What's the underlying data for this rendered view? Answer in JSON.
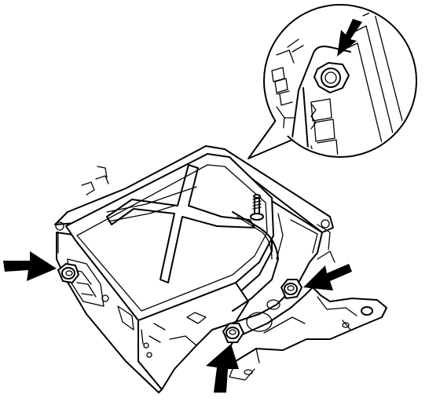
{
  "figure": {
    "background": "#ffffff",
    "line_color": "#000000",
    "components": [
      "module-case",
      "mounting-bracket",
      "stud-bolt",
      "mounting-nut",
      "detail-callout",
      "pointer-arrow"
    ],
    "nut_count": 4,
    "arrow_count": 4
  }
}
